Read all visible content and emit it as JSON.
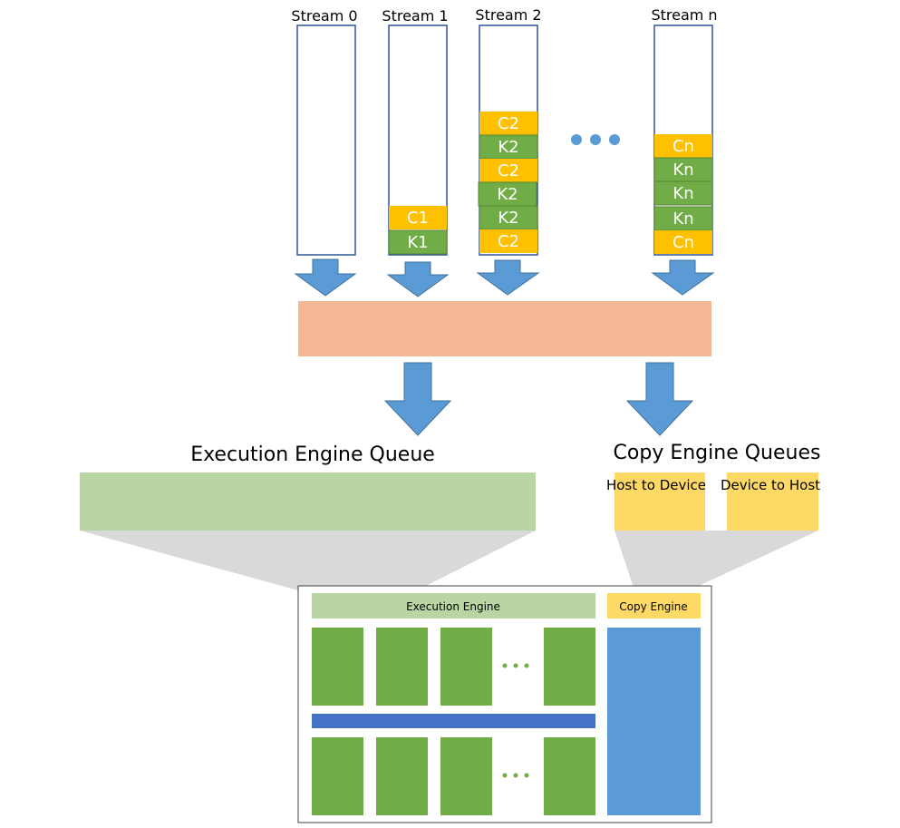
{
  "streams": [
    {
      "label": "Stream 0",
      "ops": []
    },
    {
      "label": "Stream 1",
      "ops": [
        "C1",
        "K1"
      ]
    },
    {
      "label": "Stream 2",
      "ops": [
        "C2",
        "K2",
        "C2",
        "K2",
        "K2",
        "C2"
      ]
    },
    {
      "label": "Stream n",
      "ops": [
        "Cn",
        "Kn",
        "Kn",
        "Kn",
        "Cn"
      ]
    }
  ],
  "queues": {
    "execution_title": "Execution Engine Queue",
    "copy_title": "Copy Engine Queues",
    "host_to_device": "Host to Device",
    "device_to_host": "Device to Host"
  },
  "device": {
    "execution_engine": "Execution Engine",
    "copy_engine": "Copy Engine"
  },
  "colors": {
    "copy_op": "#FFC000",
    "kernel_op": "#70AD47",
    "stream_border": "#2F5597",
    "arrow": "#5B9BD5",
    "scheduler": "#F4B994",
    "exec_queue": "#B9D5A4",
    "copy_queue": "#FFD966",
    "funnel": "#D9D9D9",
    "sm_block": "#70AD47",
    "interconnect": "#4472C4",
    "copy_engine_body": "#5B9BD5"
  }
}
